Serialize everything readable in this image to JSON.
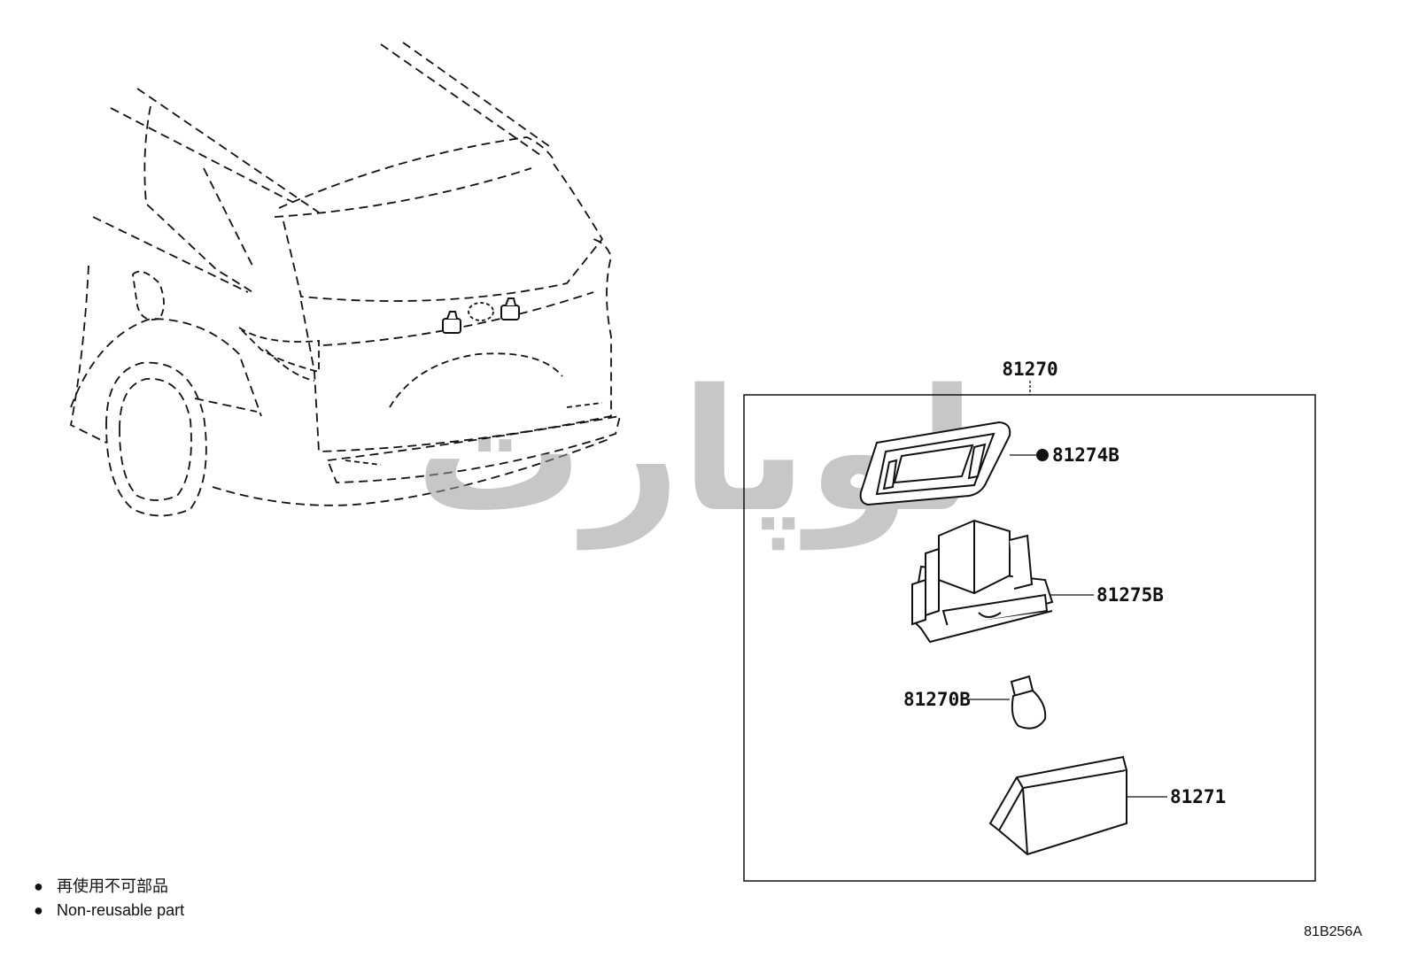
{
  "assembly": {
    "number": "81270",
    "parts": [
      {
        "number": "81274B",
        "non_reusable": true
      },
      {
        "number": "81275B",
        "non_reusable": false
      },
      {
        "number": "81270B",
        "non_reusable": false
      },
      {
        "number": "81271",
        "non_reusable": false
      }
    ]
  },
  "legend": {
    "symbol": "●",
    "line_japanese": "再使用不可部品",
    "line_english": "Non-reusable part"
  },
  "watermark": "لوپارت",
  "diagram_code": "81B256A",
  "colors": {
    "line": "#111111",
    "watermark": "#9a9a9a"
  }
}
